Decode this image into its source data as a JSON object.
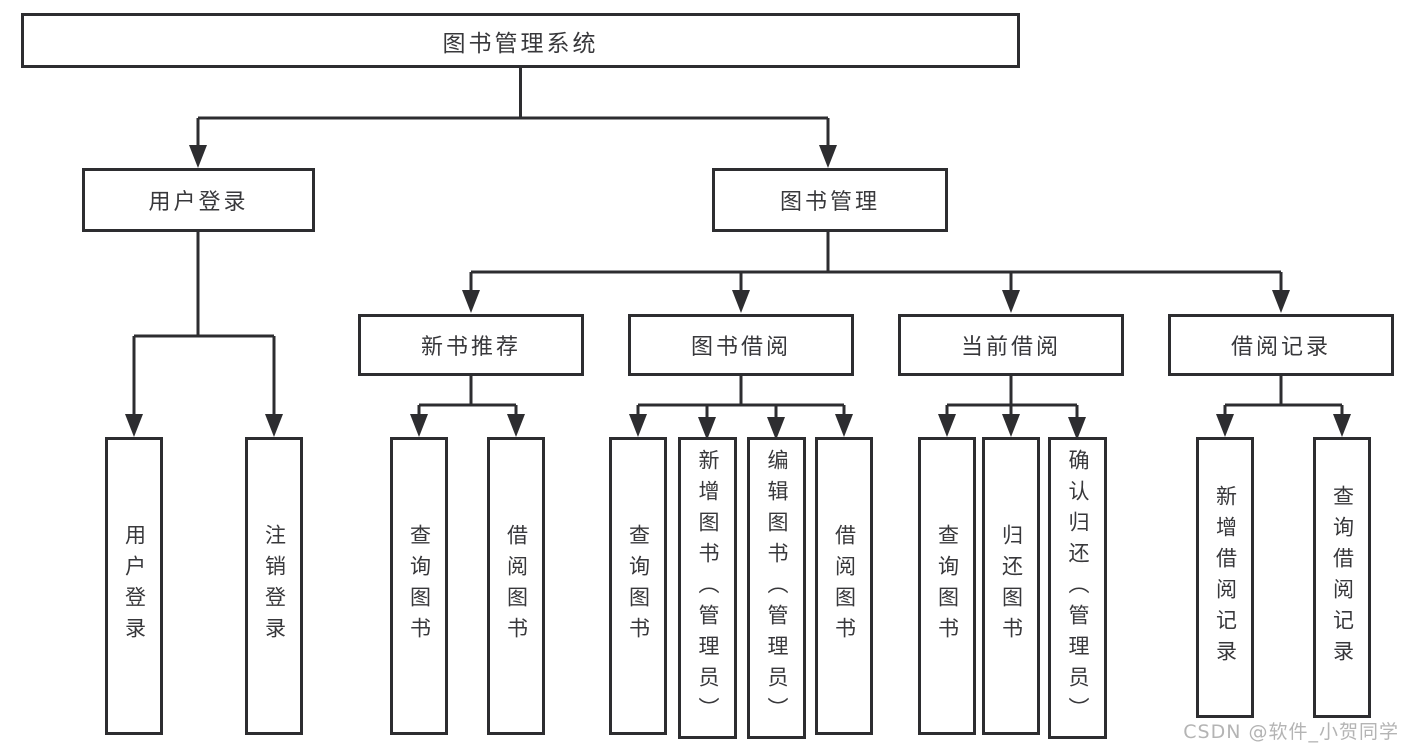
{
  "tree": {
    "root": "图书管理系统",
    "user_login": {
      "label": "用户登录",
      "children": {
        "login": "用户登录",
        "logout": "注销登录"
      }
    },
    "book_management": {
      "label": "图书管理",
      "groups": {
        "new_books": {
          "label": "新书推荐",
          "children": {
            "query": "查询图书",
            "borrow": "借阅图书"
          }
        },
        "borrowing": {
          "label": "图书借阅",
          "children": {
            "query": "查询图书",
            "add": "新增图书（管理员）",
            "edit": "编辑图书（管理员）",
            "borrow": "借阅图书"
          }
        },
        "current": {
          "label": "当前借阅",
          "children": {
            "query": "查询图书",
            "return": "归还图书",
            "confirm": "确认归还（管理员）"
          }
        },
        "records": {
          "label": "借阅记录",
          "children": {
            "add": "新增借阅记录",
            "query": "查询借阅记录"
          }
        }
      }
    }
  },
  "watermark": "CSDN @软件_小贺同学",
  "colors": {
    "line": "#2d2d30",
    "text": "#38383b",
    "watermark": "#b4b4b4",
    "background": "#ffffff"
  }
}
